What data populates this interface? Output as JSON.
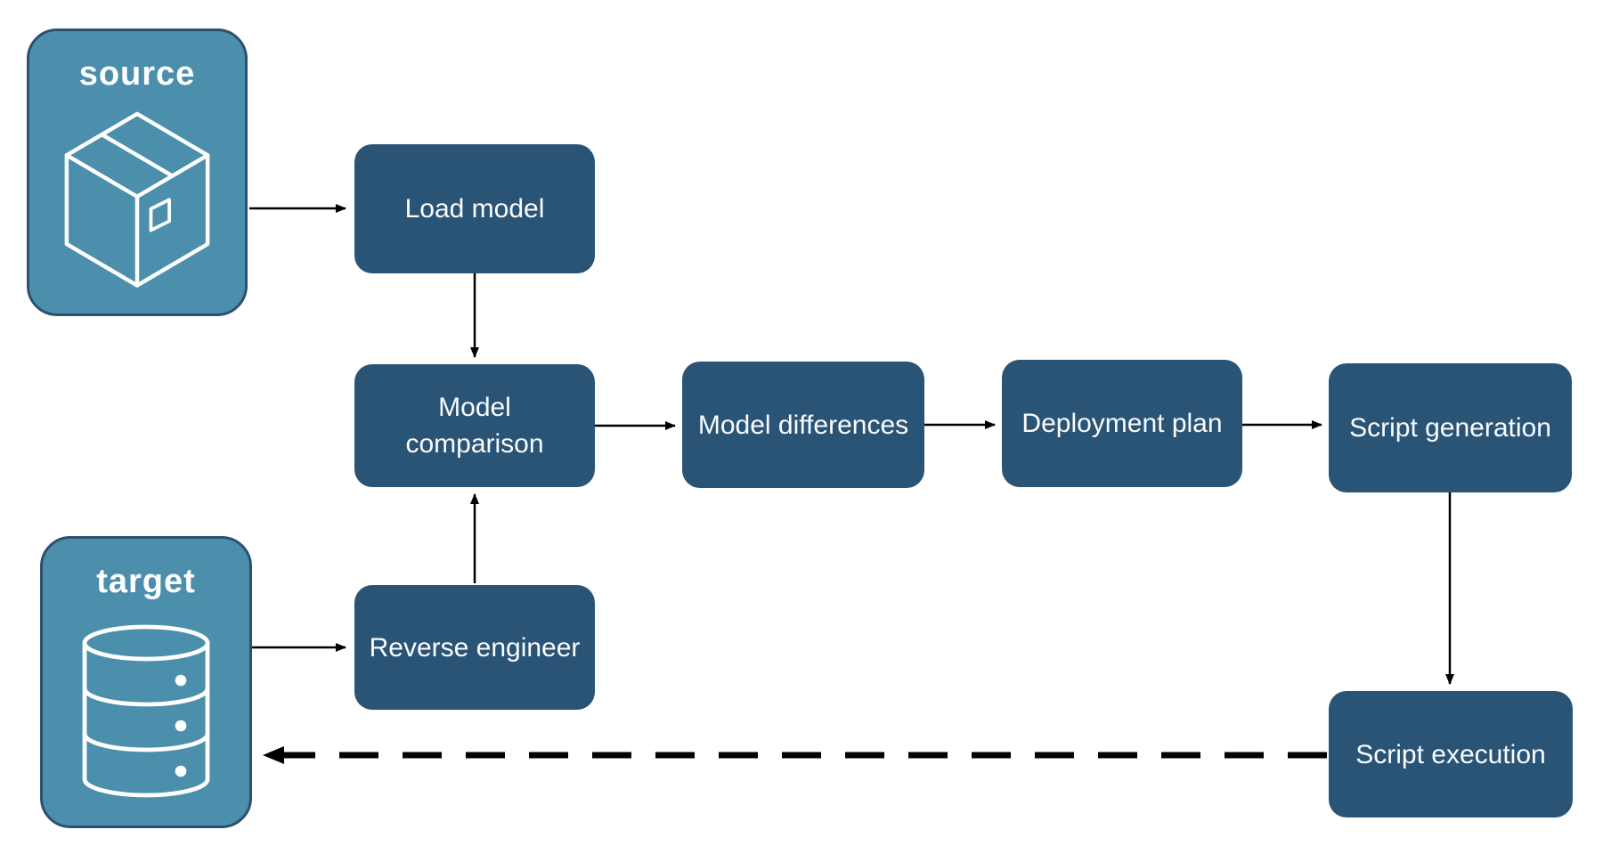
{
  "diagram": {
    "containers": [
      {
        "id": "source",
        "label": "source",
        "icon": "package-icon"
      },
      {
        "id": "target",
        "label": "target",
        "icon": "database-icon"
      }
    ],
    "nodes": [
      {
        "id": "load-model",
        "label": "Load model"
      },
      {
        "id": "model-comparison",
        "label": "Model comparison"
      },
      {
        "id": "model-differences",
        "label": "Model differences"
      },
      {
        "id": "deployment-plan",
        "label": "Deployment plan"
      },
      {
        "id": "script-generation",
        "label": "Script generation"
      },
      {
        "id": "script-execution",
        "label": "Script execution"
      },
      {
        "id": "reverse-engineer",
        "label": "Reverse engineer"
      }
    ],
    "edges": [
      {
        "from": "source",
        "to": "load-model",
        "style": "solid"
      },
      {
        "from": "load-model",
        "to": "model-comparison",
        "style": "solid"
      },
      {
        "from": "model-comparison",
        "to": "model-differences",
        "style": "solid"
      },
      {
        "from": "model-differences",
        "to": "deployment-plan",
        "style": "solid"
      },
      {
        "from": "deployment-plan",
        "to": "script-generation",
        "style": "solid"
      },
      {
        "from": "script-generation",
        "to": "script-execution",
        "style": "solid"
      },
      {
        "from": "script-execution",
        "to": "target",
        "style": "dashed"
      },
      {
        "from": "target",
        "to": "reverse-engineer",
        "style": "solid"
      },
      {
        "from": "reverse-engineer",
        "to": "model-comparison",
        "style": "solid"
      }
    ],
    "colors": {
      "background": "#FFFFFF",
      "container_fill": "#4B8FAC",
      "container_border": "#2A5170",
      "node_fill": "#2A5476",
      "text": "#FFFFFF",
      "arrow": "#000000"
    }
  }
}
